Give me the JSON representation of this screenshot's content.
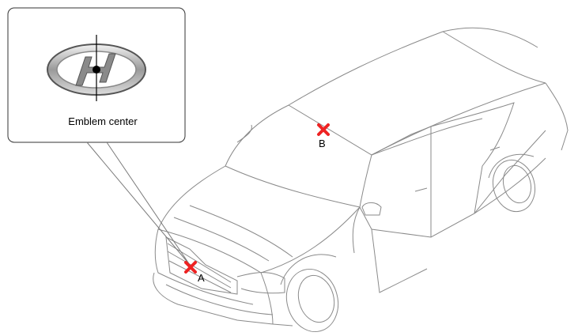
{
  "callout": {
    "caption": "Emblem center"
  },
  "markers": [
    {
      "id": "A",
      "label": "A",
      "color": "#ee2222"
    },
    {
      "id": "B",
      "label": "B",
      "color": "#ee2222"
    }
  ],
  "icons": {
    "emblem": "hyundai-emblem-icon",
    "mark": "x-mark-icon"
  },
  "colors": {
    "line": "#7a7a7a",
    "box_border": "#333333",
    "marker": "#ee2222"
  }
}
